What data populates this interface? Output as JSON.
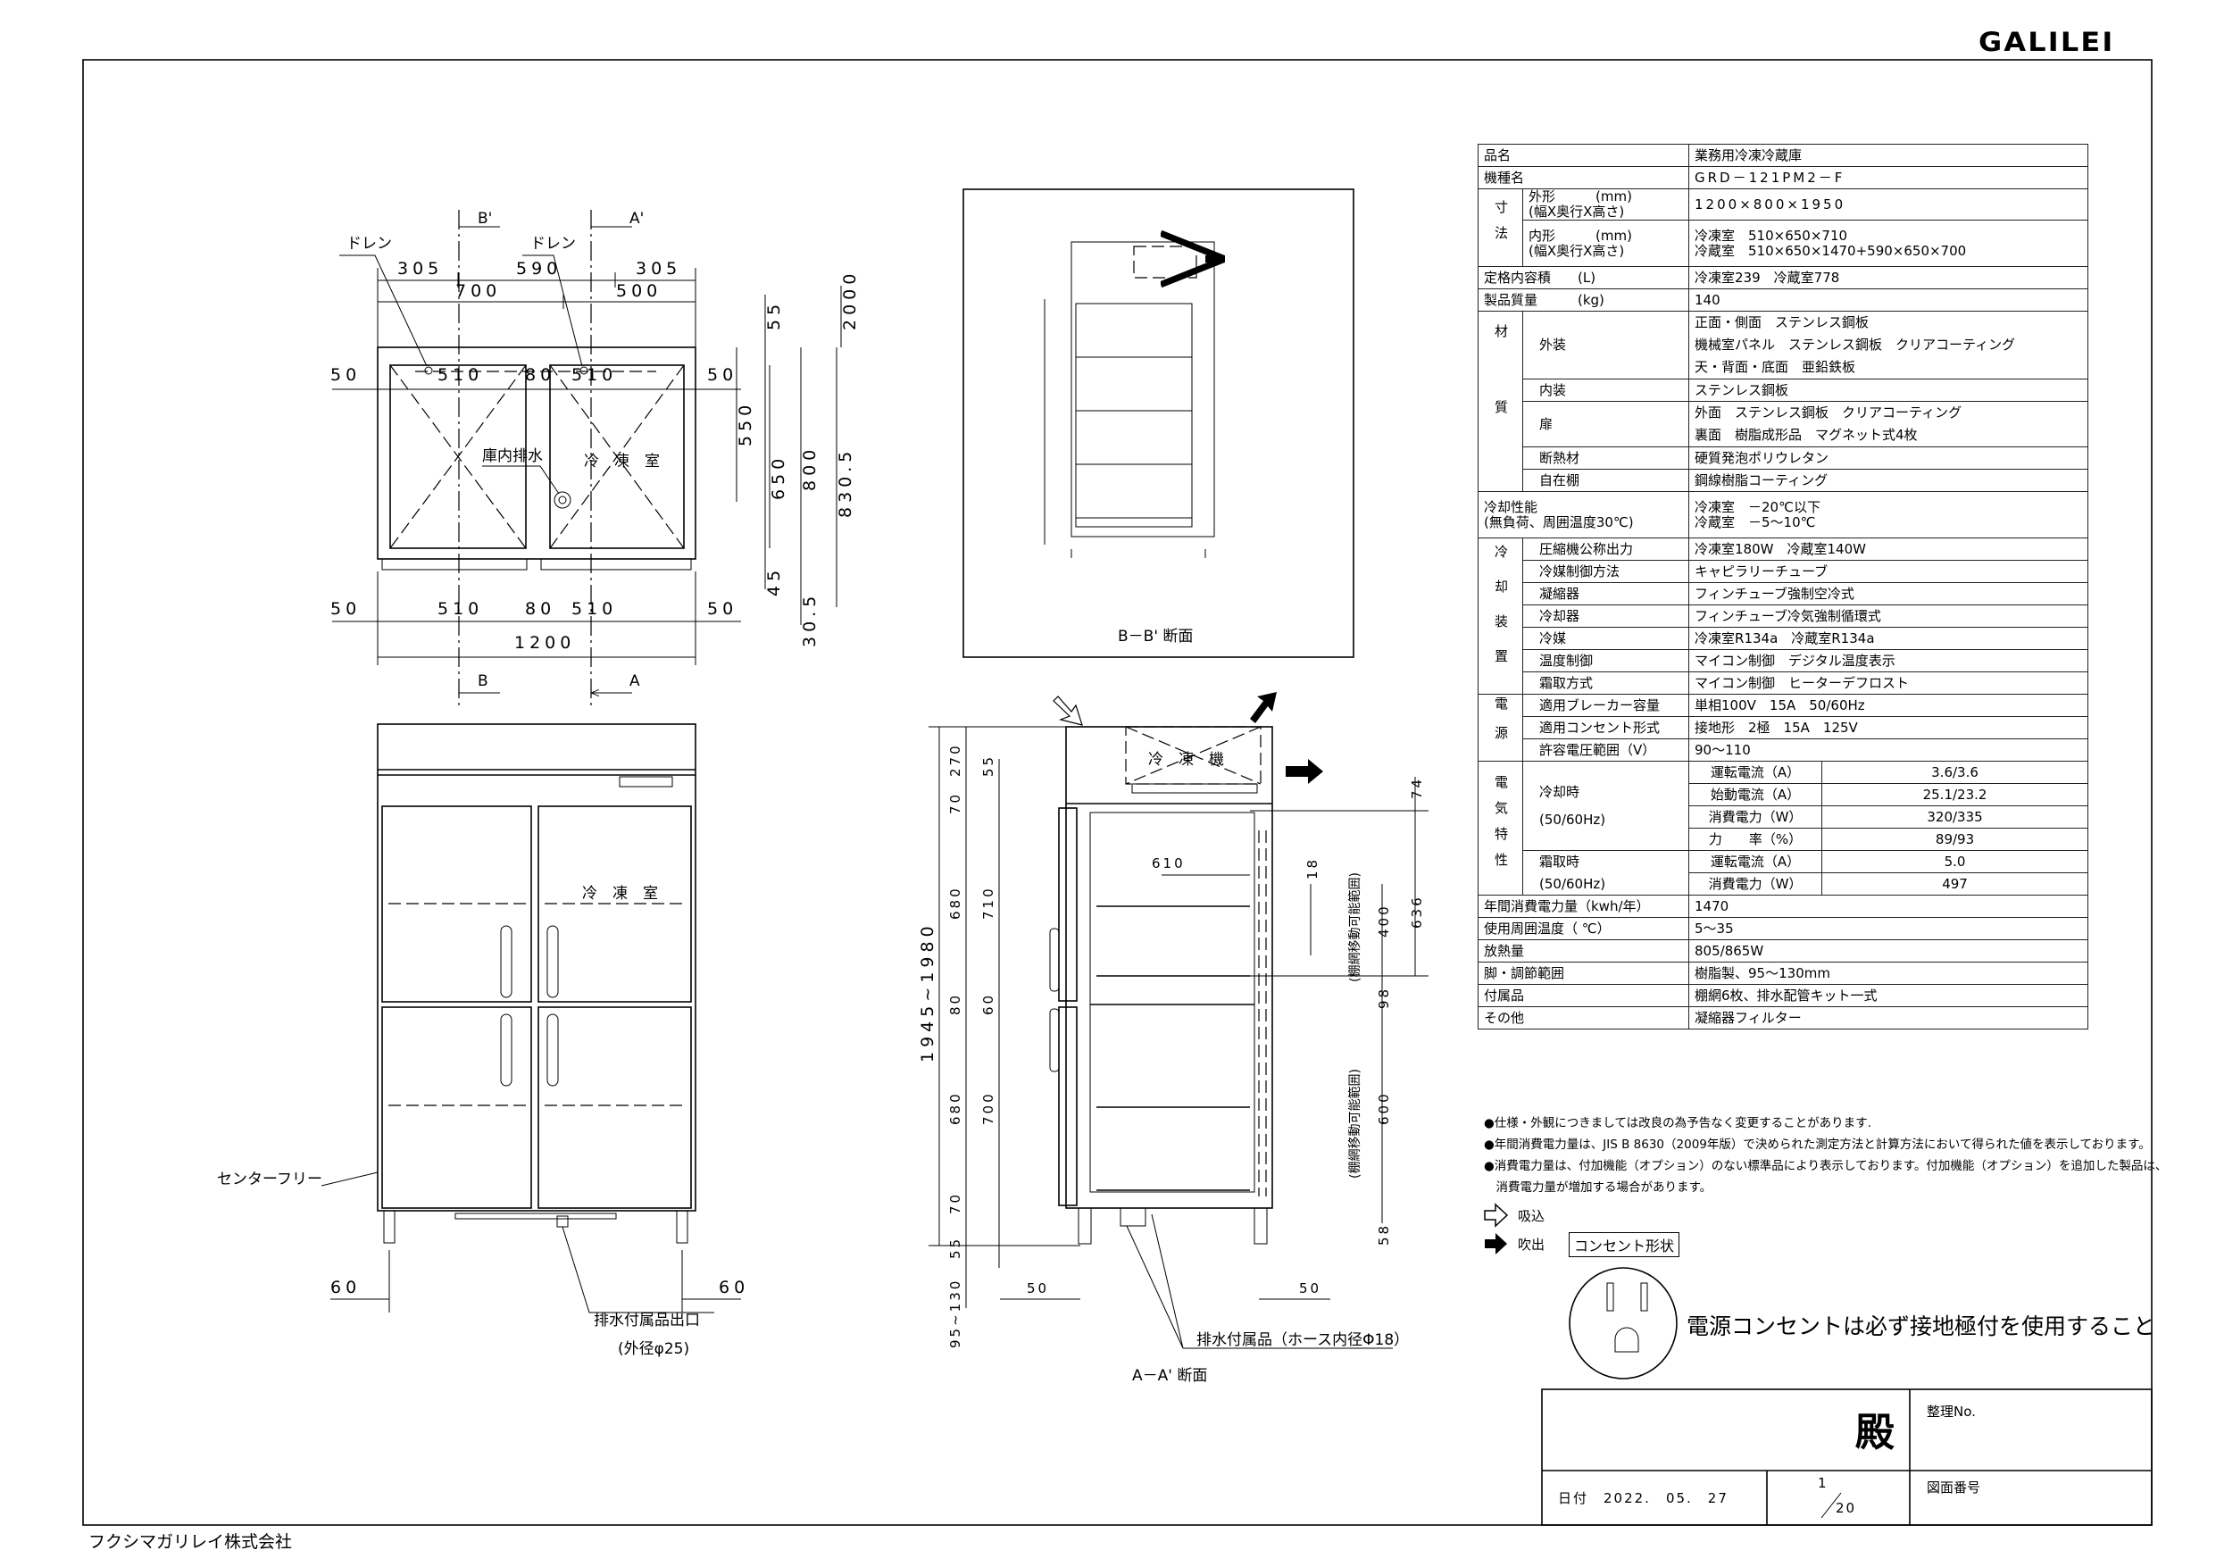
{
  "brand": "GALILEI",
  "company": "フクシマガリレイ株式会社",
  "spec": {
    "product_name": {
      "label": "品名",
      "value": "業務用冷凍冷蔵庫"
    },
    "model": {
      "label": "機種名",
      "value": "GRD－121PM2－F"
    },
    "dimensions": {
      "group": "寸法",
      "outer_label": "外形　　　(mm)",
      "outer_sub": "(幅X奥行X高さ)",
      "outer_value": "1200×800×1950",
      "inner_label": "内形　　　(mm)",
      "inner_sub": "(幅X奥行X高さ)",
      "inner_freezer": "冷凍室　510×650×710",
      "inner_fridge": "冷蔵室　510×650×1470+590×650×700"
    },
    "capacity": {
      "label": "定格内容積　　(L)",
      "value": "冷凍室239　冷蔵室778"
    },
    "weight": {
      "label": "製品質量　　　(kg)",
      "value": "140"
    },
    "material": {
      "group": "材質",
      "exterior_label": "外装",
      "exterior_values": [
        "正面・側面　ステンレス鋼板",
        "機械室パネル　ステンレス鋼板　クリアコーティング",
        "天・背面・底面　亜鉛鉄板"
      ],
      "interior_label": "内装",
      "interior_value": "ステンレス鋼板",
      "door_label": "扉",
      "door_values": [
        "外面　ステンレス鋼板　クリアコーティング",
        "裏面　樹脂成形品　マグネット式4枚"
      ],
      "insulation_label": "断熱材",
      "insulation_value": "硬質発泡ポリウレタン",
      "shelf_label": "自在棚",
      "shelf_value": "鋼線樹脂コーティング"
    },
    "cooling_performance": {
      "label": "冷却性能",
      "sub": "(無負荷、周囲温度30℃)",
      "values": [
        "冷凍室　－20℃以下",
        "冷蔵室　－5～10℃"
      ]
    },
    "cooling_unit": {
      "group": "冷却装置",
      "rows": [
        {
          "label": "圧縮機公称出力",
          "value": "冷凍室180W　冷蔵室140W"
        },
        {
          "label": "冷媒制御方法",
          "value": "キャピラリーチューブ"
        },
        {
          "label": "凝縮器",
          "value": "フィンチューブ強制空冷式"
        },
        {
          "label": "冷却器",
          "value": "フィンチューブ冷気強制循環式"
        },
        {
          "label": "冷媒",
          "value": "冷凍室R134a　冷蔵室R134a"
        },
        {
          "label": "温度制御",
          "value": "マイコン制御　デジタル温度表示"
        },
        {
          "label": "霜取方式",
          "value": "マイコン制御　ヒーターデフロスト"
        }
      ]
    },
    "power": {
      "group": "電源",
      "rows": [
        {
          "label": "適用ブレーカー容量",
          "value": "単相100V　15A　50/60Hz"
        },
        {
          "label": "適用コンセント形式",
          "value": "接地形　2極　15A　125V"
        },
        {
          "label": "許容電圧範囲（V）",
          "value": "90～110"
        }
      ]
    },
    "electrical": {
      "group": "電気特性",
      "cooling_label": "冷却時",
      "cooling_sub": "(50/60Hz)",
      "cooling_rows": [
        {
          "label": "運転電流（A）",
          "value": "3.6/3.6"
        },
        {
          "label": "始動電流（A）",
          "value": "25.1/23.2"
        },
        {
          "label": "消費電力（W）",
          "value": "320/335"
        },
        {
          "label": "力　　率（%）",
          "value": "89/93"
        }
      ],
      "defrost_label": "霜取時",
      "defrost_sub": "(50/60Hz)",
      "defrost_rows": [
        {
          "label": "運転電流（A）",
          "value": "5.0"
        },
        {
          "label": "消費電力（W）",
          "value": "497"
        }
      ]
    },
    "annual_power": {
      "label": "年間消費電力量（kwh/年）",
      "value": "1470"
    },
    "ambient_temp": {
      "label": "使用周囲温度（ ℃）",
      "value": "5～35"
    },
    "heat_output": {
      "label": "放熱量",
      "value": "805/865W"
    },
    "legs": {
      "label": "脚・調節範囲",
      "value": "樹脂製、95～130mm"
    },
    "accessories": {
      "label": "付属品",
      "value": "棚網6枚、排水配管キット一式"
    },
    "other": {
      "label": "その他",
      "value": "凝縮器フィルター"
    }
  },
  "notes": [
    "●仕様・外観につきましては改良の為予告なく変更することがあります.",
    "●年間消費電力量は、JIS B 8630（2009年版）で決められた測定方法と計算方法において得られた値を表示しております。",
    "●消費電力量は、付加機能（オプション）のない標準品により表示しております。付加機能（オプション）を追加した製品は、",
    "　消費電力量が増加する場合があります。"
  ],
  "legend": {
    "intake": "吸込",
    "exhaust": "吹出"
  },
  "outlet": {
    "title": "コンセント形状",
    "message": "電源コンセントは必ず接地極付を使用すること"
  },
  "title_block": {
    "honorific": "殿",
    "ref_no_label": "整理No.",
    "date": "日付　2022.　05.　27",
    "page_num": "1",
    "page_total": "20",
    "drawing_no_label": "図面番号"
  },
  "plan_view": {
    "section_b_top": "B'",
    "section_a_top": "A'",
    "section_b": "B",
    "section_a": "A",
    "drain_left": "ドレン",
    "drain_right": "ドレン",
    "internal_drain": "庫内排水",
    "freezer": "冷　凍　室",
    "dims_top": [
      "305",
      "590",
      "305"
    ],
    "dims_top2": [
      "700",
      "500"
    ],
    "dims_inner": [
      "50",
      "510",
      "80",
      "510",
      "50"
    ],
    "dims_bottom": [
      "50",
      "510",
      "80",
      "510",
      "50"
    ],
    "width": "1200",
    "dims_right": [
      "55",
      "550",
      "650",
      "800",
      "830.5",
      "2000",
      "45",
      "30.5"
    ]
  },
  "front_view": {
    "freezer": "冷　凍　室",
    "center_free": "センターフリー",
    "leg_left": "60",
    "leg_right": "60",
    "drain_outlet": "排水付属品出口",
    "drain_outlet_sub": "(外径φ25)"
  },
  "section_bb": {
    "title": "B－B' 断面"
  },
  "section_aa": {
    "title": "A－A' 断面",
    "compressor": "冷　凍　機",
    "drain_accessory": "排水付属品（ホース内径Φ18）",
    "dims_left": [
      "270",
      "70",
      "680",
      "80",
      "680",
      "70",
      "55",
      "95~130"
    ],
    "dims_left2": [
      "55",
      "710",
      "60",
      "700"
    ],
    "total_height": "1945~1980",
    "depth": "610",
    "dims_right": [
      "74",
      "636",
      "18",
      "400",
      "98",
      "600",
      "58"
    ],
    "shelf_range": "(棚網移動可能範囲)",
    "foot_left": "50",
    "foot_right": "50"
  }
}
